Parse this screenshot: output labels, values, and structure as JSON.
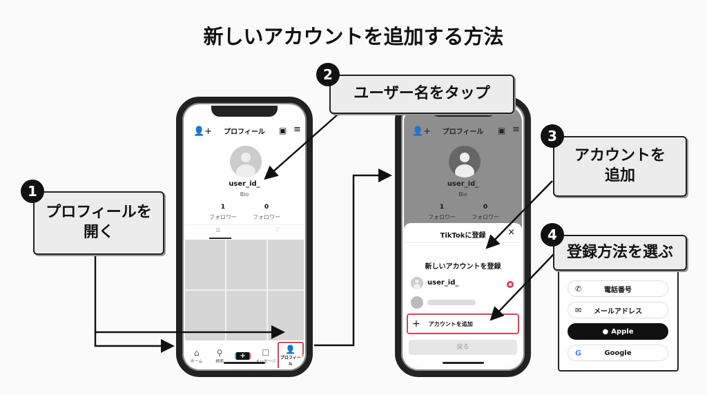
{
  "title": "新しいアカウントを追加する方法",
  "steps": [
    {
      "number": "1",
      "label": "プロフィールを\n開く"
    },
    {
      "number": "2",
      "label": "ユーザー名をタップ"
    },
    {
      "number": "3",
      "label": "アカウントを\n追加"
    },
    {
      "number": "4",
      "label": "登録方法を選ぶ"
    }
  ],
  "phone1": {
    "header_title": "プロフィール",
    "username": "user_id_",
    "bio": "Bio",
    "stats": [
      {
        "value": "1",
        "label": "フォロワー"
      },
      {
        "value": "0",
        "label": "フォロワー"
      }
    ],
    "nav": [
      {
        "label": "ホーム",
        "icon": "home-icon"
      },
      {
        "label": "検索",
        "icon": "search-icon"
      },
      {
        "label": "+",
        "icon": "plus-icon"
      },
      {
        "label": "メッセージ",
        "icon": "message-icon"
      },
      {
        "label": "プロフィール",
        "icon": "profile-icon"
      }
    ]
  },
  "phone2": {
    "header_title": "プロフィール",
    "username": "user_id_",
    "bio": "Bio",
    "stats": [
      {
        "value": "1",
        "label": "フォロワー"
      },
      {
        "value": "0",
        "label": "フォロワー"
      }
    ],
    "sheet_title": "TikTokに登録",
    "close": "×",
    "heading": "新しいアカウントを登録",
    "account": "user_id_",
    "add_account": "アカウントを追加",
    "back": "戻る"
  },
  "options": [
    {
      "label": "電話番号",
      "icon": "phone-icon"
    },
    {
      "label": "メールアドレス",
      "icon": "mail-icon"
    },
    {
      "label": "Apple",
      "icon": "apple-icon"
    },
    {
      "label": "Google",
      "icon": "google-icon"
    }
  ],
  "colors": {
    "highlight": "#d9435a",
    "dark": "#111111",
    "callout_bg": "#ececec"
  }
}
